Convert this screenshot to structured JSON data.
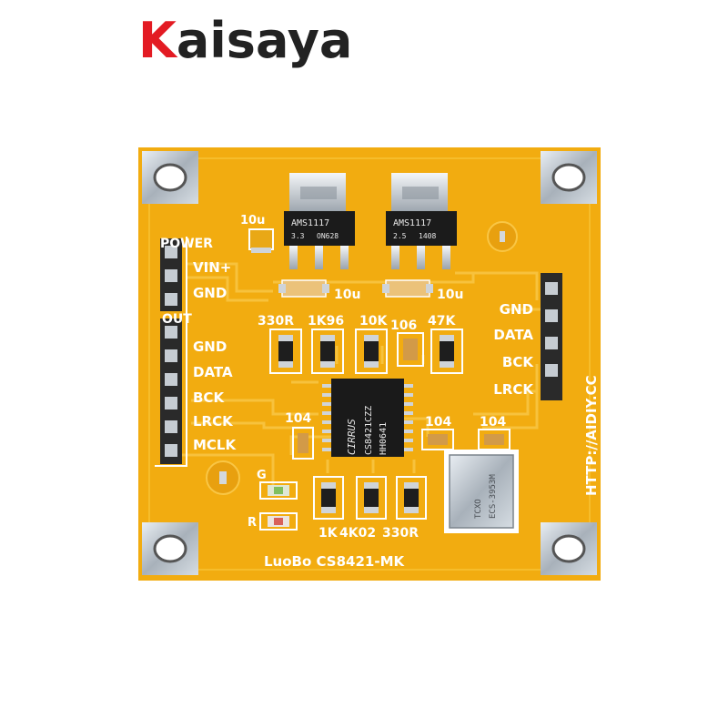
{
  "brand": {
    "first_letter": "K",
    "rest": "aisaya",
    "accent_color": "#e31b23",
    "text_color": "#222222"
  },
  "board": {
    "pcb_color": "#f2ac10",
    "title": "LuoBo CS8421-MK",
    "url_text": "HTTP://AIDIY.CC",
    "left_header": {
      "power_label": "POWER",
      "vin_label": "VIN+",
      "gnd_label": "GND",
      "out_label": "OUT",
      "pins": [
        "GND",
        "DATA",
        "BCK",
        "LRCK",
        "MCLK"
      ]
    },
    "right_header": {
      "pins": [
        "GND",
        "DATA",
        "BCK",
        "LRCK"
      ]
    },
    "regulators": [
      {
        "line1": "AMS1117",
        "line2": "3.3",
        "line3": "ON628"
      },
      {
        "line1": "AMS1117",
        "line2": "2.5",
        "line3": "1408"
      }
    ],
    "capacitor_labels": [
      "10u",
      "10u",
      "10u"
    ],
    "resistor_row_top": [
      "330R",
      "1K96",
      "10K",
      "106",
      "47K"
    ],
    "resistor_row_bottom": [
      "1K",
      "4K02",
      "330R"
    ],
    "decoupling_labels": [
      "104",
      "104",
      "104"
    ],
    "main_chip": {
      "brand": "CIRRUS",
      "part": "CS8421CZZ",
      "lot": "HH0641"
    },
    "crystal": {
      "line1": "TCXO",
      "line2": "ECS-3953M"
    },
    "led_labels": {
      "green": "G",
      "red": "R"
    }
  }
}
